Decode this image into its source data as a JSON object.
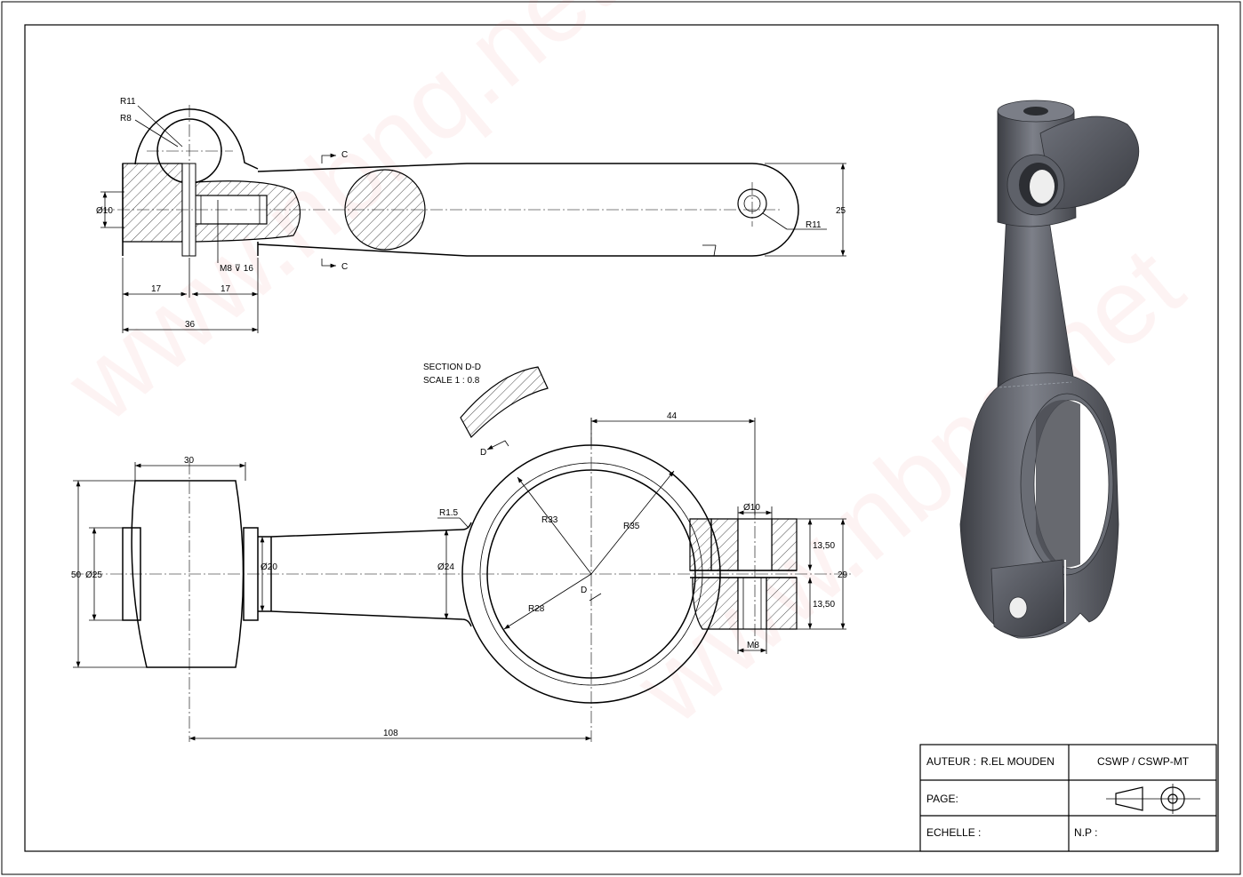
{
  "drawing": {
    "view_top": {
      "r_outer": "R11",
      "r_inner": "R8",
      "dia_bore": "Ø10",
      "thread": "M8 ⊽ 16",
      "section_arrow_top": "C",
      "section_arrow_bottom": "C",
      "dim_left_17": "17",
      "dim_right_17": "17",
      "dim_36": "36",
      "dim_25": "25",
      "r_end": "R11"
    },
    "section_dd": {
      "title": "SECTION D-D",
      "scale": "SCALE 1 : 0.8",
      "arrow_label": "D"
    },
    "view_front": {
      "dim_30": "30",
      "dim_50": "50",
      "dim_dia25": "Ø25",
      "dim_dia20": "Ø20",
      "dim_dia24": "Ø24",
      "r_fillet": "R1.5",
      "r33": "R33",
      "r35": "R35",
      "r28": "R28",
      "dim_44": "44",
      "dim_dia10": "Ø10",
      "dim_1350_top": "13,50",
      "dim_1350_bottom": "13,50",
      "dim_29": "29",
      "dim_m8": "M8",
      "dim_108": "108",
      "arrow_label": "D"
    }
  },
  "title_block": {
    "author_label": "AUTEUR :",
    "author_name": "R.EL MOUDEN",
    "software": "CSWP / CSWP-MT",
    "page_label": "PAGE:",
    "scale_label": "ECHELLE :",
    "np_label": "N.P :"
  },
  "watermark": {
    "text": "www.nbnq.net"
  },
  "colors": {
    "line": "#000000",
    "render_body": "#5b5e66",
    "render_light": "#8a8e97",
    "render_dark": "#3c3e44"
  }
}
